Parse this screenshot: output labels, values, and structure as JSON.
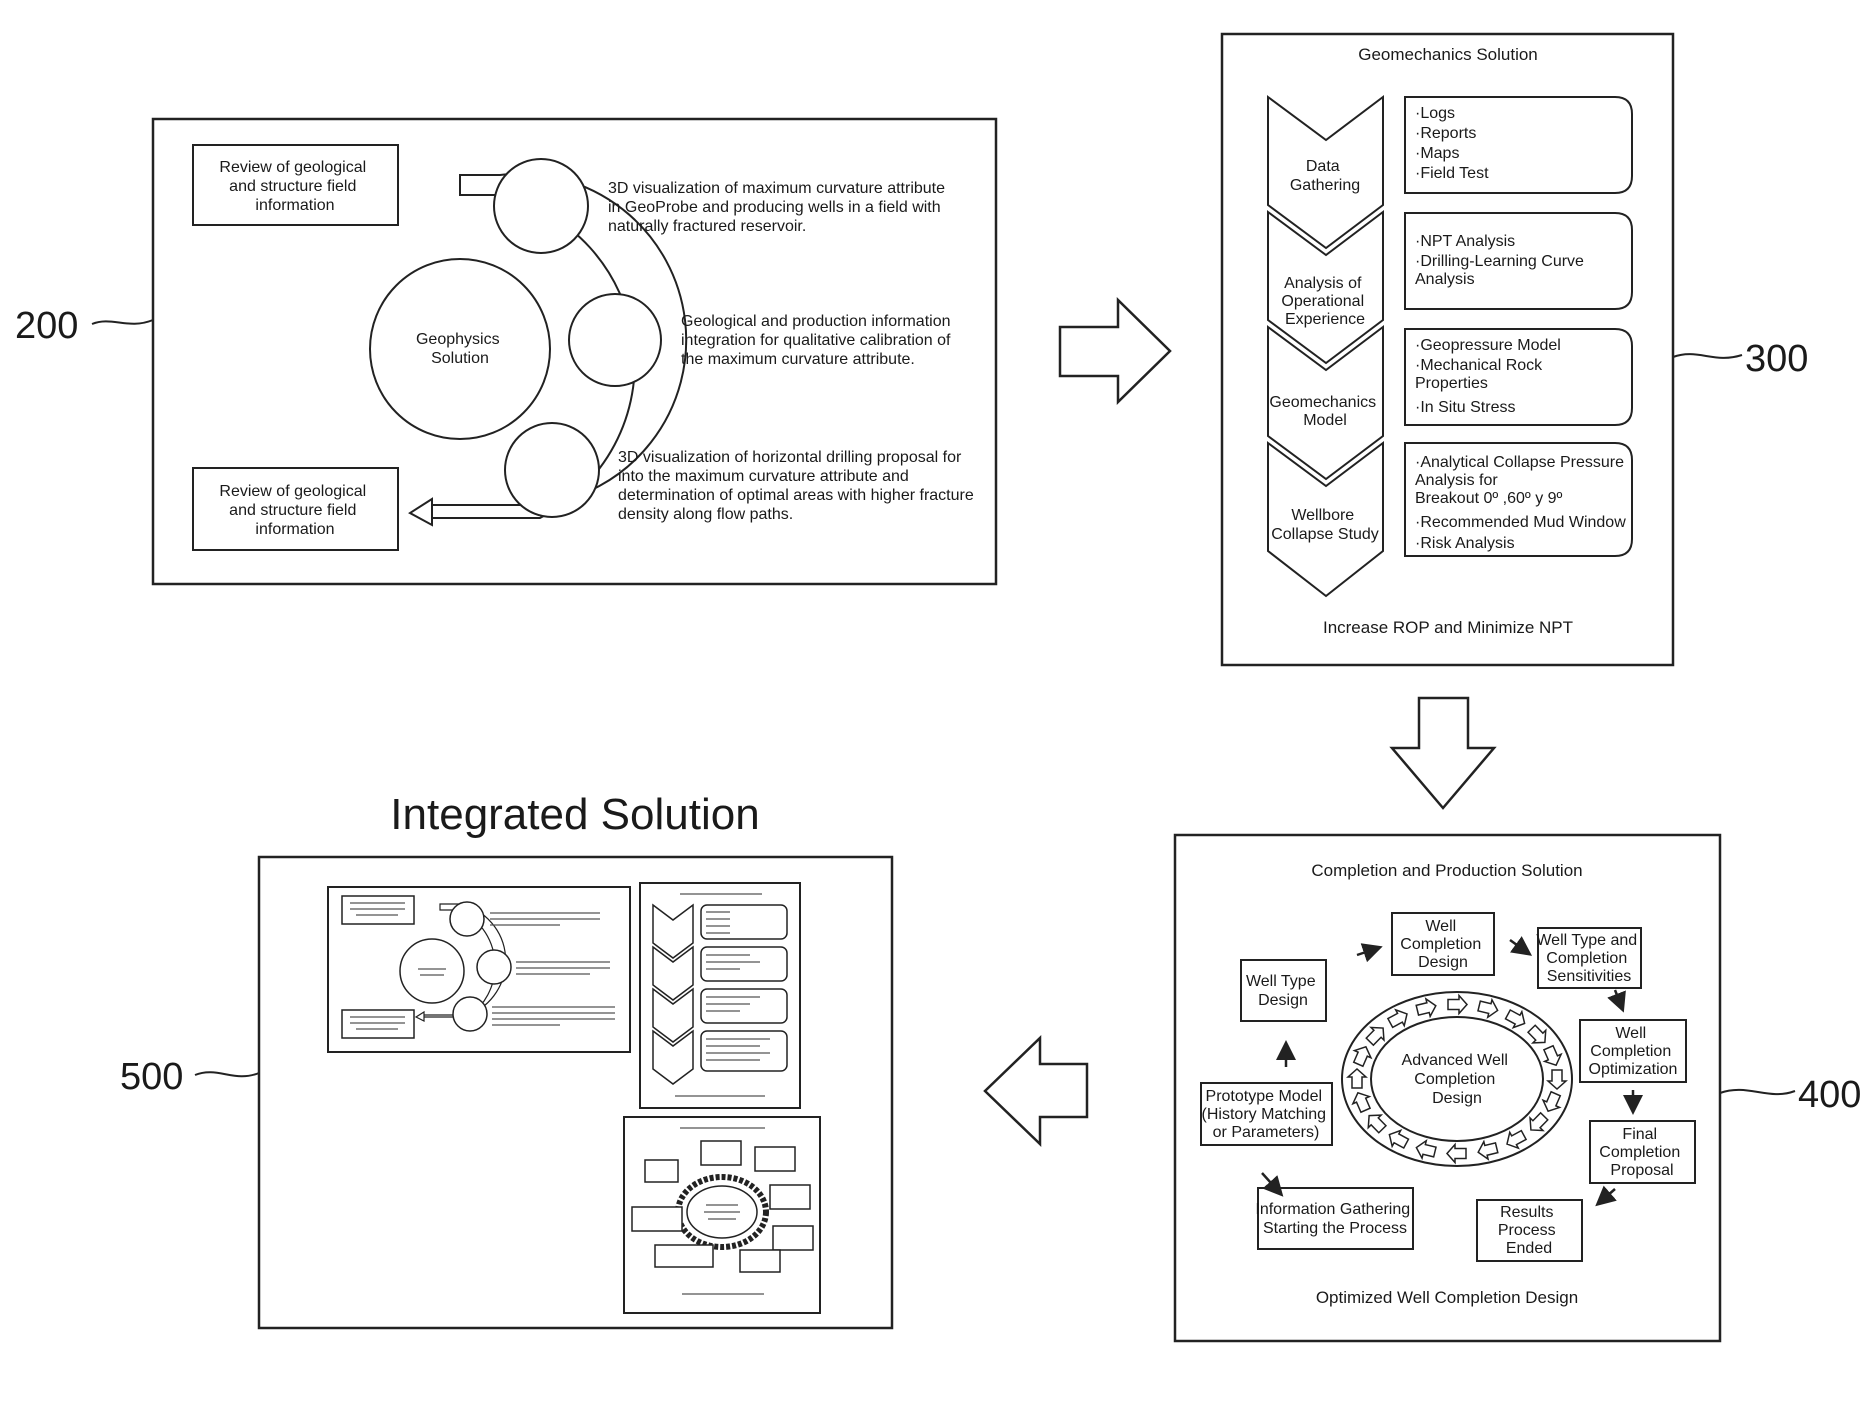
{
  "refs": {
    "p200": "200",
    "p300": "300",
    "p400": "400",
    "p500": "500"
  },
  "panel200": {
    "review_top": [
      "Review of geological",
      "and structure field",
      "information"
    ],
    "review_bottom": [
      "Review of geological",
      "and structure field",
      "information"
    ],
    "center": [
      "Geophysics",
      "Solution"
    ],
    "text1": [
      "3D visualization of maximum curvature attribute",
      "in GeoProbe and producing wells in a field with",
      "naturally fractured reservoir."
    ],
    "text2": [
      "Geological and production information",
      "integration for qualitative calibration of",
      "the maximum curvature attribute."
    ],
    "text3": [
      "3D visualization of horizontal drilling proposal for",
      "into the maximum curvature attribute and",
      "determination of optimal areas with higher fracture",
      "density along flow paths."
    ]
  },
  "panel300": {
    "title": "Geomechanics Solution",
    "steps": [
      [
        "Data",
        "Gathering"
      ],
      [
        "Analysis of",
        "Operational",
        "Experience"
      ],
      [
        "Geomechanics",
        "Model"
      ],
      [
        "Wellbore",
        "Collapse Study"
      ]
    ],
    "lists": [
      [
        "·Logs",
        "·Reports",
        "·Maps",
        "·Field Test"
      ],
      [
        "·NPT Analysis",
        "·Drilling-Learning Curve",
        " Analysis"
      ],
      [
        "·Geopressure Model",
        "·Mechanical Rock",
        " Properties",
        "·In Situ Stress"
      ],
      [
        "·Analytical Collapse Pressure",
        " Analysis for",
        " Breakout 0º ,60º  y 9º",
        "·Recommended Mud Window",
        "·Risk Analysis"
      ]
    ],
    "footer": "Increase ROP and Minimize NPT"
  },
  "panel400": {
    "title": "Completion and Production Solution",
    "center": [
      "Advanced Well",
      "Completion",
      "Design"
    ],
    "well_completion_design": [
      "Well",
      "Completion",
      "Design"
    ],
    "well_type_sensitivities": [
      "Well Type and",
      "Completion",
      "Sensitivities"
    ],
    "well_type_design": [
      "Well Type",
      "Design"
    ],
    "optimization": [
      "Well",
      "Completion",
      "Optimization"
    ],
    "prototype": [
      "Prototype Model",
      "(History Matching",
      "or Parameters)"
    ],
    "final_proposal": [
      "Final",
      "Completion",
      "Proposal"
    ],
    "info_gathering": [
      "Information Gathering",
      "Starting the Process"
    ],
    "results": [
      "Results",
      "Process",
      "Ended"
    ],
    "footer": "Optimized Well Completion Design"
  },
  "panel500": {
    "title": "Integrated Solution"
  }
}
